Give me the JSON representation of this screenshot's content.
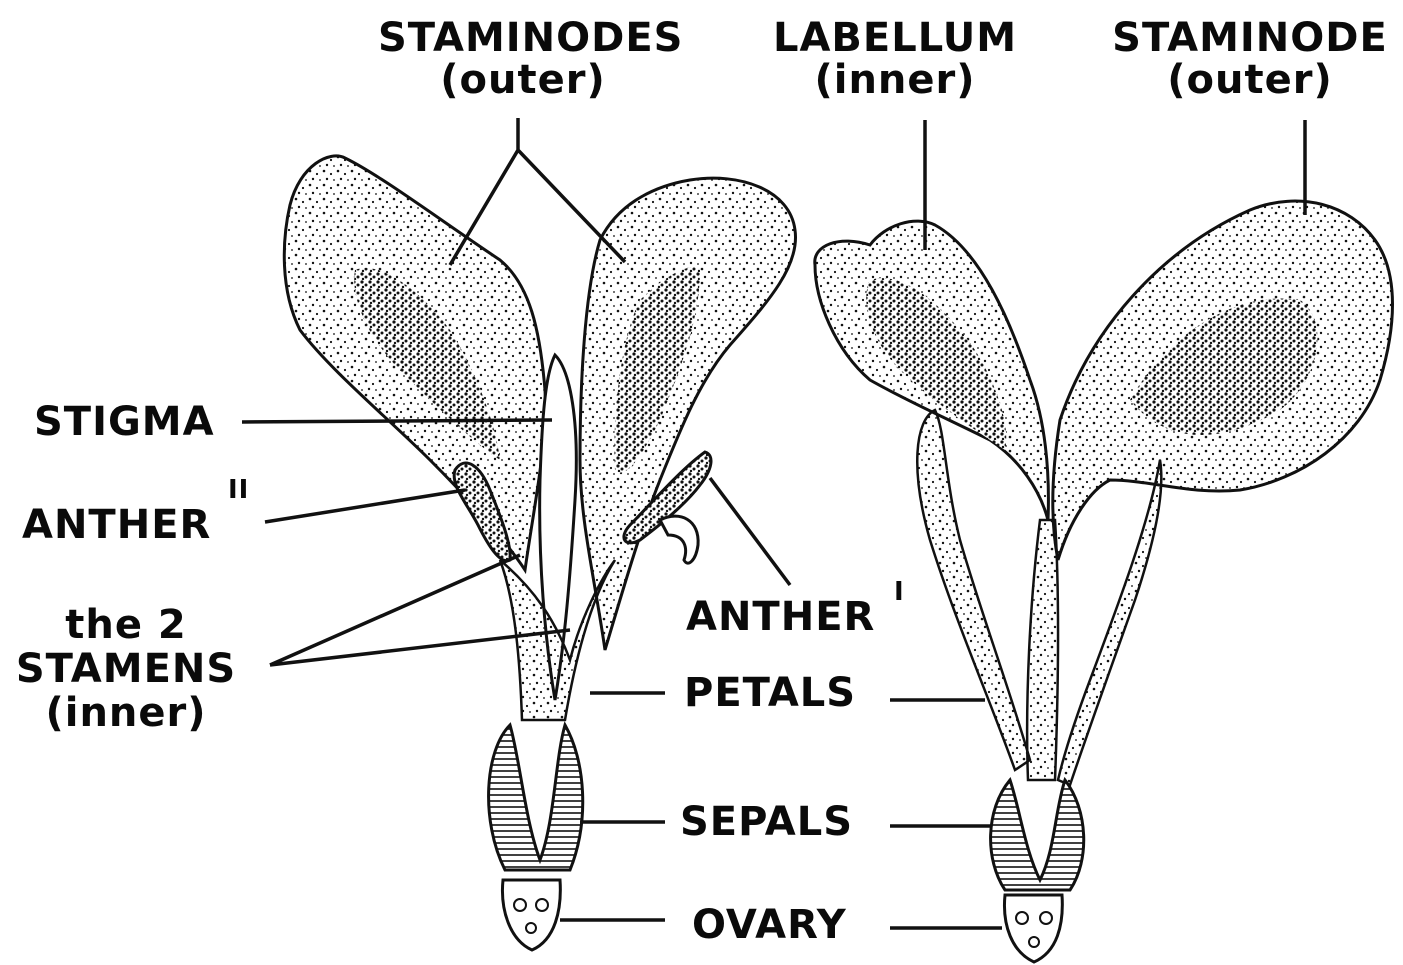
{
  "labels": {
    "staminodes_outer_left": {
      "line1": "STAMINODES",
      "line2": "(outer)"
    },
    "labellum": {
      "line1": "LABELLUM",
      "line2": "(inner)"
    },
    "staminode_outer_right": {
      "line1": "STAMINODE",
      "line2": "(outer)"
    },
    "stigma": "STIGMA",
    "anther_2": {
      "text": "ANTHER",
      "mark": "II"
    },
    "stamens": {
      "line1": "the 2",
      "line2": "STAMENS",
      "line3": "(inner)"
    },
    "anther_1": {
      "text": "ANTHER",
      "mark": "I"
    },
    "petals": "PETALS",
    "sepals": "SEPALS",
    "ovary": "OVARY"
  },
  "colors": {
    "ink": "#0a0a0a",
    "paper": "#ffffff"
  }
}
